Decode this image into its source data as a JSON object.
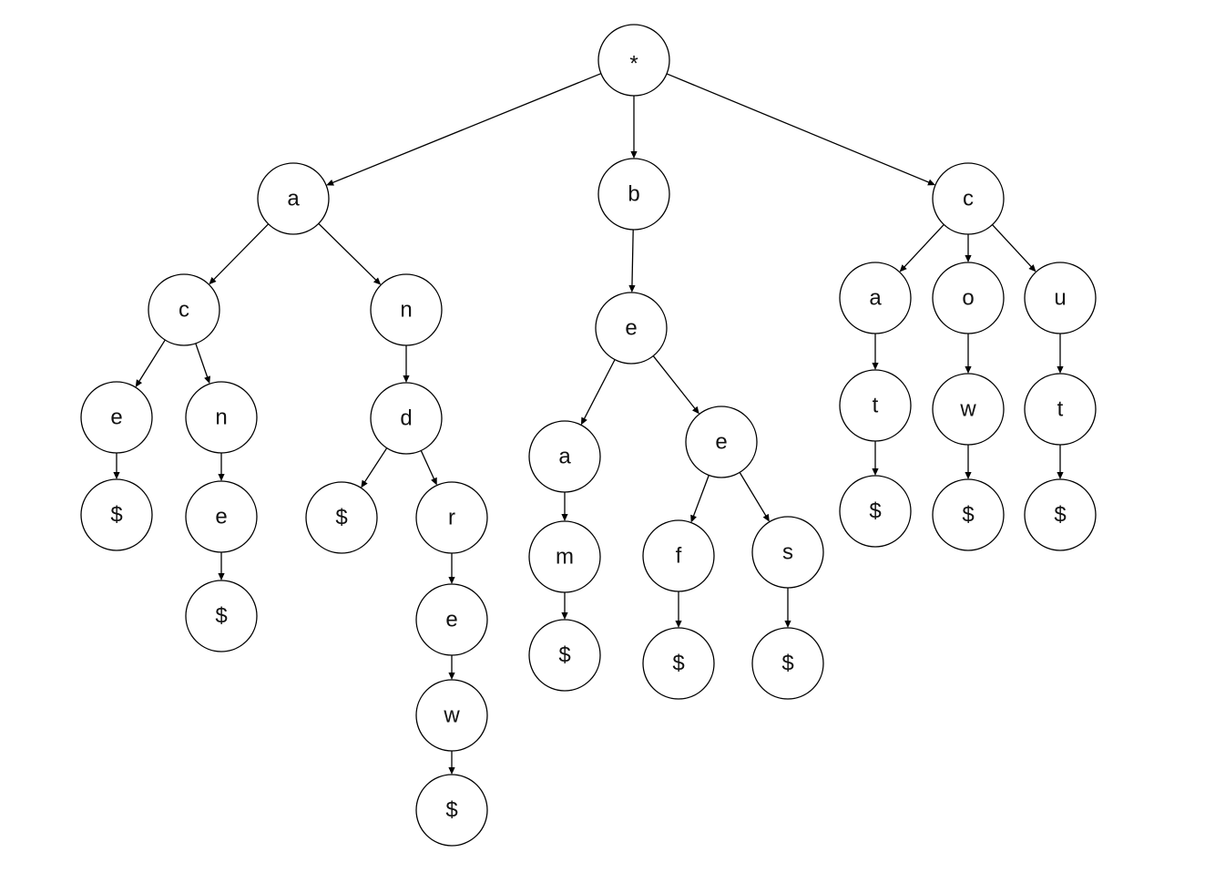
{
  "diagram": {
    "type": "trie",
    "nodes": [
      {
        "id": "root",
        "label": "*"
      },
      {
        "id": "a",
        "label": "a"
      },
      {
        "id": "b",
        "label": "b"
      },
      {
        "id": "c",
        "label": "c"
      },
      {
        "id": "ac",
        "label": "c"
      },
      {
        "id": "an",
        "label": "n"
      },
      {
        "id": "ace",
        "label": "e"
      },
      {
        "id": "acn",
        "label": "n"
      },
      {
        "id": "ace_end",
        "label": "$"
      },
      {
        "id": "acne",
        "label": "e"
      },
      {
        "id": "acne_end",
        "label": "$"
      },
      {
        "id": "and",
        "label": "d"
      },
      {
        "id": "and_end",
        "label": "$"
      },
      {
        "id": "andr",
        "label": "r"
      },
      {
        "id": "andre",
        "label": "e"
      },
      {
        "id": "andrew",
        "label": "w"
      },
      {
        "id": "andrew_end",
        "label": "$"
      },
      {
        "id": "be",
        "label": "e"
      },
      {
        "id": "bea",
        "label": "a"
      },
      {
        "id": "bee",
        "label": "e"
      },
      {
        "id": "beam",
        "label": "m"
      },
      {
        "id": "beam_end",
        "label": "$"
      },
      {
        "id": "beef",
        "label": "f"
      },
      {
        "id": "bees",
        "label": "s"
      },
      {
        "id": "beef_end",
        "label": "$"
      },
      {
        "id": "bees_end",
        "label": "$"
      },
      {
        "id": "ca",
        "label": "a"
      },
      {
        "id": "co",
        "label": "o"
      },
      {
        "id": "cu",
        "label": "u"
      },
      {
        "id": "cat",
        "label": "t"
      },
      {
        "id": "cow",
        "label": "w"
      },
      {
        "id": "cut",
        "label": "t"
      },
      {
        "id": "cat_end",
        "label": "$"
      },
      {
        "id": "cow_end",
        "label": "$"
      },
      {
        "id": "cut_end",
        "label": "$"
      }
    ],
    "edges": [
      [
        "root",
        "a"
      ],
      [
        "root",
        "b"
      ],
      [
        "root",
        "c"
      ],
      [
        "a",
        "ac"
      ],
      [
        "a",
        "an"
      ],
      [
        "ac",
        "ace"
      ],
      [
        "ac",
        "acn"
      ],
      [
        "ace",
        "ace_end"
      ],
      [
        "acn",
        "acne"
      ],
      [
        "acne",
        "acne_end"
      ],
      [
        "an",
        "and"
      ],
      [
        "and",
        "and_end"
      ],
      [
        "and",
        "andr"
      ],
      [
        "andr",
        "andre"
      ],
      [
        "andre",
        "andrew"
      ],
      [
        "andrew",
        "andrew_end"
      ],
      [
        "b",
        "be"
      ],
      [
        "be",
        "bea"
      ],
      [
        "be",
        "bee"
      ],
      [
        "bea",
        "beam"
      ],
      [
        "beam",
        "beam_end"
      ],
      [
        "bee",
        "beef"
      ],
      [
        "bee",
        "bees"
      ],
      [
        "beef",
        "beef_end"
      ],
      [
        "bees",
        "bees_end"
      ],
      [
        "c",
        "ca"
      ],
      [
        "c",
        "co"
      ],
      [
        "c",
        "cu"
      ],
      [
        "ca",
        "cat"
      ],
      [
        "co",
        "cow"
      ],
      [
        "cu",
        "cut"
      ],
      [
        "cat",
        "cat_end"
      ],
      [
        "cow",
        "cow_end"
      ],
      [
        "cut",
        "cut_end"
      ]
    ]
  }
}
